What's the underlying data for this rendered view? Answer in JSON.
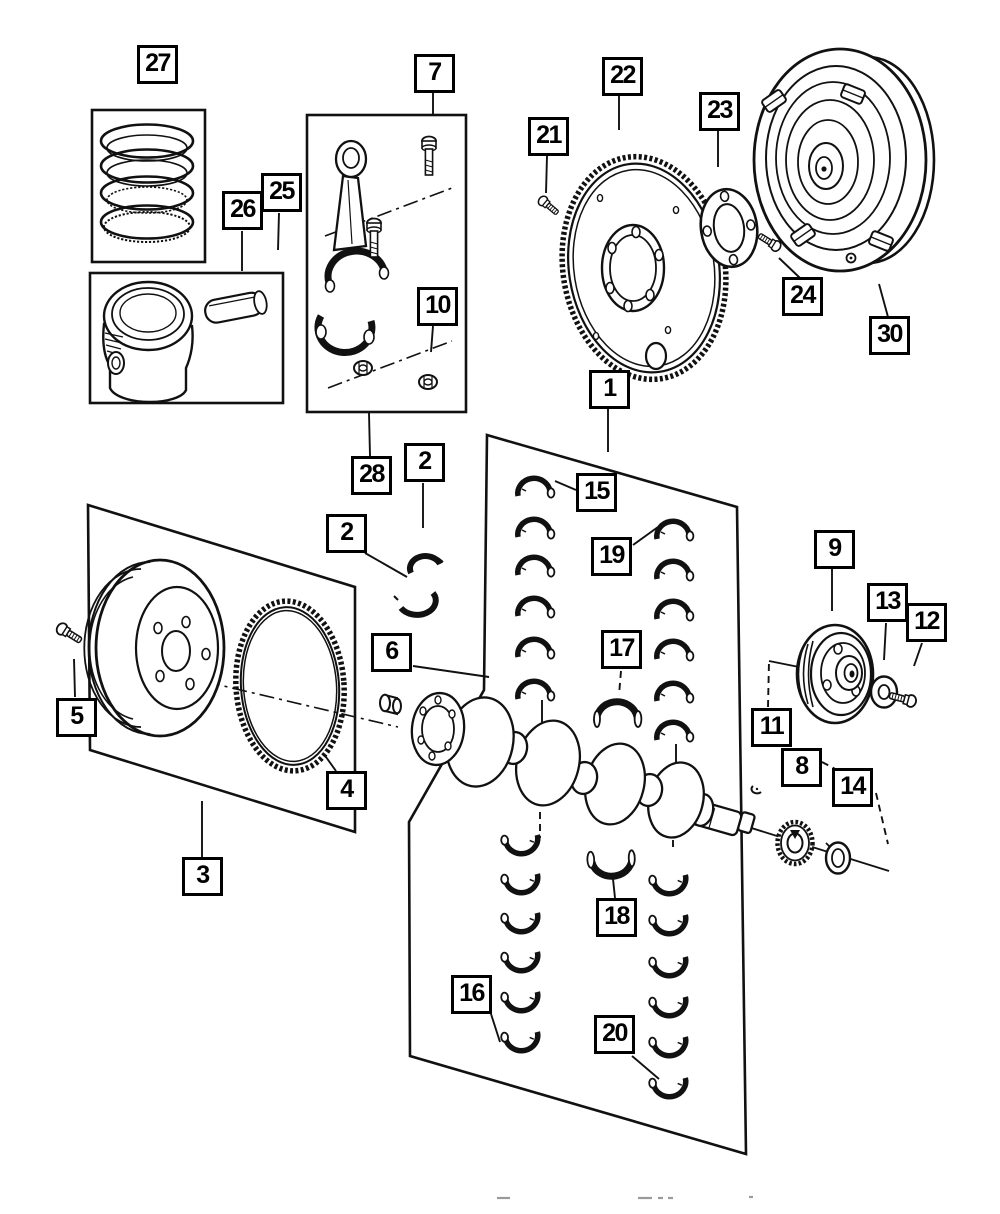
{
  "page": {
    "background_color": "#ffffff",
    "line_color": "#111111",
    "description_labels_only": "numbered parts diagram callouts"
  },
  "callouts": {
    "c1": "1",
    "c2_left": "2",
    "c2_right": "2",
    "c3": "3",
    "c4": "4",
    "c5": "5",
    "c6": "6",
    "c7": "7",
    "c8": "8",
    "c9": "9",
    "c10": "10",
    "c11": "11",
    "c12": "12",
    "c13": "13",
    "c14": "14",
    "c15": "15",
    "c16": "16",
    "c17": "17",
    "c18": "18",
    "c19": "19",
    "c20": "20",
    "c21": "21",
    "c22": "22",
    "c23": "23",
    "c24": "24",
    "c25": "25",
    "c26": "26",
    "c27": "27",
    "c28": "28",
    "c30": "30"
  }
}
